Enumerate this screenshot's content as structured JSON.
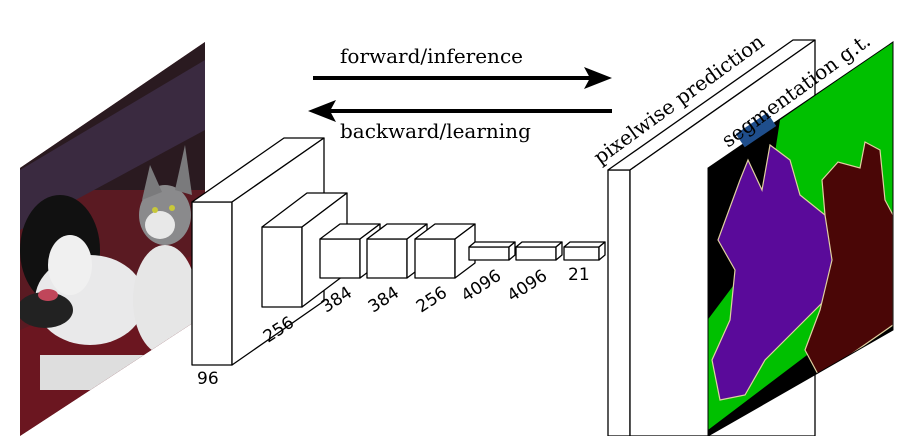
{
  "arrows": {
    "forward_label": "forward/inference",
    "backward_label": "backward/learning"
  },
  "layers": {
    "l1": "96",
    "l2": "256",
    "l3": "384",
    "l4": "384",
    "l5": "256",
    "l6": "4096",
    "l7": "4096",
    "l8": "21"
  },
  "outputs": {
    "prediction_label": "pixelwise prediction",
    "groundtruth_label": "segmentation g.t."
  },
  "colors": {
    "background_class": "#000000",
    "green_region": "#00c000",
    "dog_class": "#5a0a9a",
    "cat_class": "#4a0606",
    "highlight_box": "#1f4e8c"
  }
}
